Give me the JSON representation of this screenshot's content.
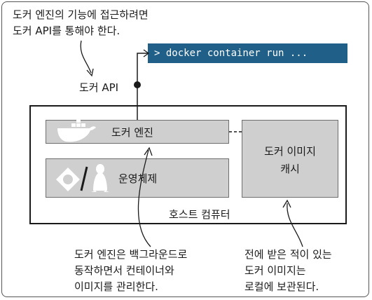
{
  "top_note": [
    "도커 엔진의 기능에 접근하려면",
    "도커 API를 통해야 한다."
  ],
  "api_label": "도커 API",
  "command": "> docker container run ...",
  "engine_label": "도커 엔진",
  "os_label": "운영체제",
  "cache_label": [
    "도커 이미지",
    "캐시"
  ],
  "host_label": "호스트 컴퓨터",
  "note_left": [
    "도커 엔진은 백그라운드로",
    "동작하면서 컨테이너와",
    "이미지를 관리한다."
  ],
  "note_right": [
    "전에 받은 적이 있는",
    "도커 이미지는",
    "로컬에 보관된다."
  ],
  "icons": [
    "docker-whale-icon",
    "lifebuoy-icon",
    "penguin-icon"
  ],
  "colors": {
    "command_bg": "#1f5f88",
    "box_fill": "#cfcfcf"
  }
}
